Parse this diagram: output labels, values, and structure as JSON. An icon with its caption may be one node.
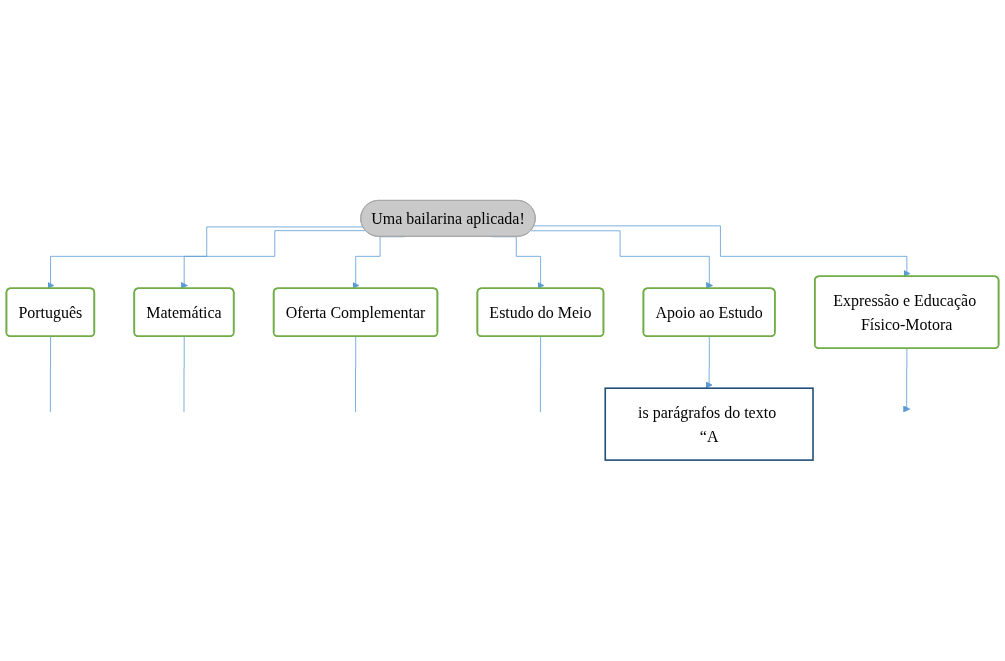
{
  "diagram": {
    "nodes": [
      {
        "text": [
          "Uma bailarina aplicada!"
        ]
      },
      {
        "text": [
          "Português"
        ]
      },
      {
        "text": [
          "Matemática"
        ]
      },
      {
        "text": [
          "Oferta Complementar"
        ]
      },
      {
        "text": [
          "Estudo do Meio"
        ]
      },
      {
        "text": [
          "Apoio ao Estudo"
        ]
      },
      {
        "text": [
          "Expressão e Educação Físico-Motora"
        ]
      },
      {
        "text": [
          "is parágrafos do texto “A"
        ]
      }
    ],
    "edges": [
      {
        "from": 0,
        "to": 1,
        "arrow": "to"
      },
      {
        "from": 0,
        "to": 2,
        "arrow": "to"
      },
      {
        "from": 0,
        "to": 3,
        "arrow": "to"
      },
      {
        "from": 0,
        "to": 4,
        "arrow": "to"
      },
      {
        "from": 0,
        "to": 5,
        "arrow": "to"
      },
      {
        "from": 0,
        "to": 6,
        "arrow": "to"
      },
      {
        "from": 5,
        "to": 7,
        "arrow": "to"
      },
      {
        "from": 6,
        "to": null,
        "arrow": "to"
      },
      {
        "from": 1,
        "to": null,
        "arrow": "none"
      },
      {
        "from": 2,
        "to": null,
        "arrow": "none"
      },
      {
        "from": 3,
        "to": null,
        "arrow": "none"
      },
      {
        "from": 4,
        "to": null,
        "arrow": "none"
      }
    ]
  }
}
